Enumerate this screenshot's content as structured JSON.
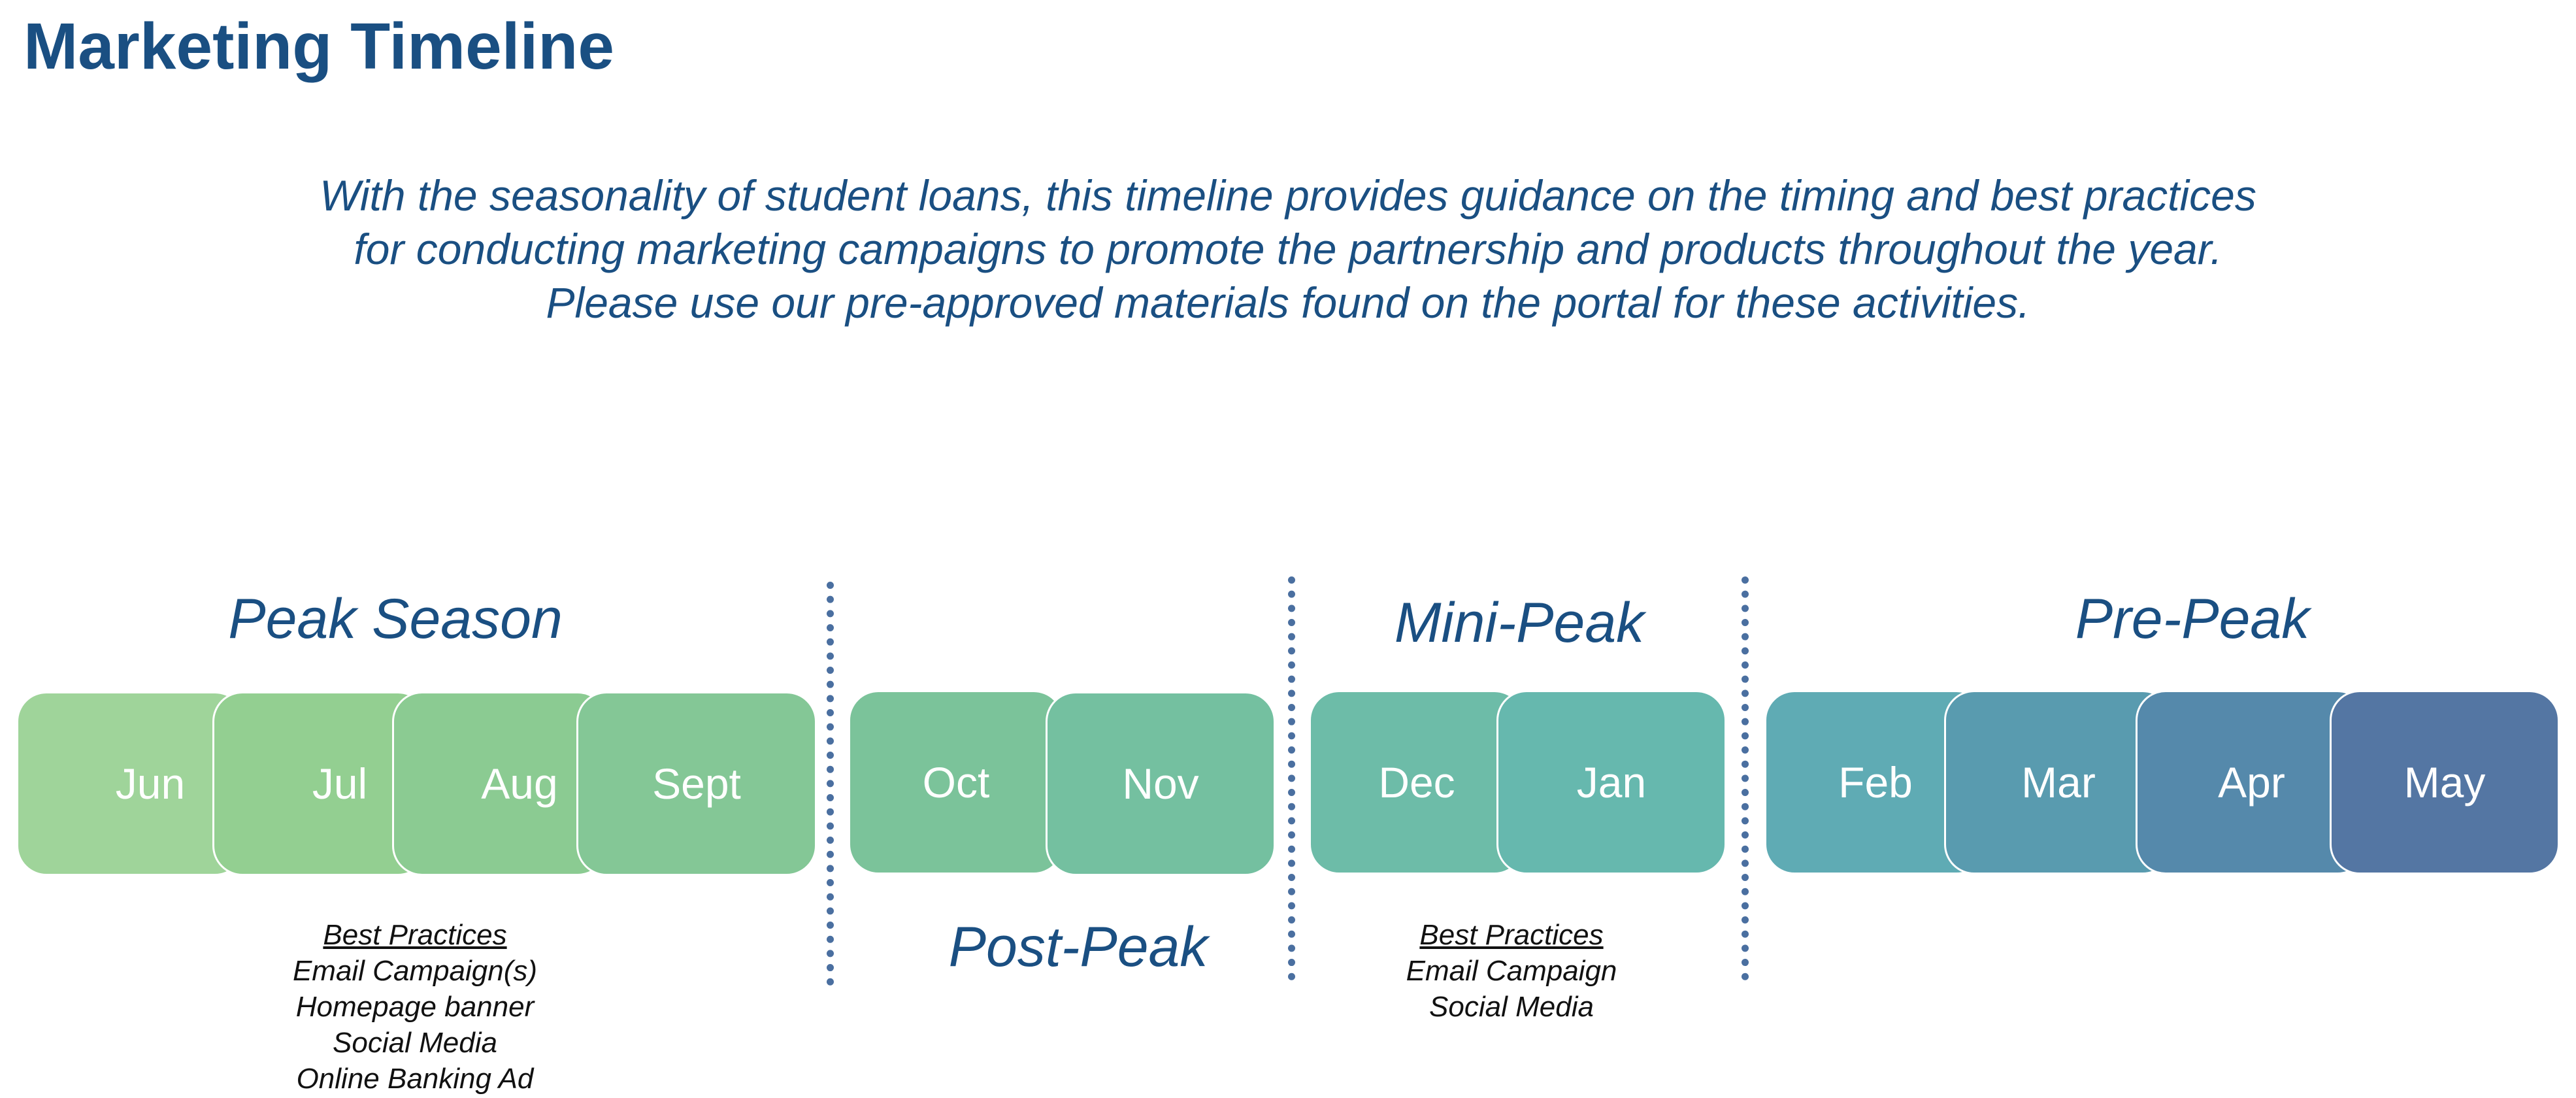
{
  "page": {
    "title": "Marketing Timeline",
    "intro_lines": [
      "With the seasonality of student loans, this timeline provides guidance on the timing and best practices",
      "for conducting marketing campaigns to promote the partnership and products throughout the year.",
      "Please use our pre-approved materials found on the portal for these activities."
    ]
  },
  "phases": {
    "peak": "Peak Season",
    "post_peak": "Post-Peak",
    "mini_peak": "Mini-Peak",
    "pre_peak": "Pre-Peak"
  },
  "months": [
    {
      "label": "Jun",
      "color": "#9fd49a"
    },
    {
      "label": "Jul",
      "color": "#93cf91"
    },
    {
      "label": "Aug",
      "color": "#8bcb92"
    },
    {
      "label": "Sept",
      "color": "#84c796"
    },
    {
      "label": "Oct",
      "color": "#7bc39a"
    },
    {
      "label": "Nov",
      "color": "#74c0a0"
    },
    {
      "label": "Dec",
      "color": "#6dbca8"
    },
    {
      "label": "Jan",
      "color": "#66b8ae"
    },
    {
      "label": "Feb",
      "color": "#5fabb4"
    },
    {
      "label": "Mar",
      "color": "#599baf"
    },
    {
      "label": "Apr",
      "color": "#5589ab"
    },
    {
      "label": "May",
      "color": "#5476a3"
    }
  ],
  "best_practices": {
    "peak": {
      "heading": "Best Practices",
      "items": [
        "Email Campaign(s)",
        "Homepage banner",
        "Social Media",
        "Online Banking Ad"
      ]
    },
    "mini_peak": {
      "heading": "Best Practices",
      "items": [
        "Email Campaign",
        "Social Media"
      ]
    }
  },
  "colors": {
    "title": "#1a4f82",
    "divider": "#4a6fa0"
  }
}
